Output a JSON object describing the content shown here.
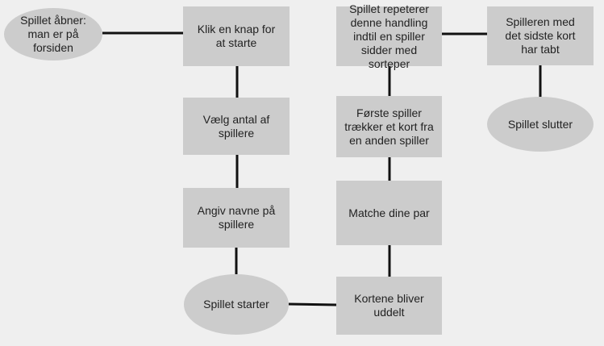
{
  "nodes": [
    {
      "id": "start",
      "shape": "oval",
      "text": "Spillet åbner:\nman er på\nforsiden"
    },
    {
      "id": "click",
      "shape": "rect",
      "text": "Klik en knap for\nat starte"
    },
    {
      "id": "players",
      "shape": "rect",
      "text": "Vælg antal af\nspillere"
    },
    {
      "id": "names",
      "shape": "rect",
      "text": "Angiv navne på\nspillere"
    },
    {
      "id": "game-starts",
      "shape": "oval",
      "text": "Spillet starter"
    },
    {
      "id": "deal",
      "shape": "rect",
      "text": "Kortene bliver\nuddelt"
    },
    {
      "id": "match",
      "shape": "rect",
      "text": "Matche dine par"
    },
    {
      "id": "draw",
      "shape": "rect",
      "text": "Første spiller\ntrækker et kort fra\nen anden spiller"
    },
    {
      "id": "repeat",
      "shape": "rect",
      "text": "Spillet repeterer\ndenne handling\nindtil en spiller\nsidder med sorteper"
    },
    {
      "id": "loser",
      "shape": "rect",
      "text": "Spilleren med\ndet sidste kort\nhar tabt"
    },
    {
      "id": "end",
      "shape": "oval",
      "text": "Spillet slutter"
    }
  ],
  "edges": [
    [
      "start",
      "click"
    ],
    [
      "click",
      "players"
    ],
    [
      "players",
      "names"
    ],
    [
      "names",
      "game-starts"
    ],
    [
      "game-starts",
      "deal"
    ],
    [
      "deal",
      "match"
    ],
    [
      "match",
      "draw"
    ],
    [
      "draw",
      "repeat"
    ],
    [
      "repeat",
      "loser"
    ],
    [
      "loser",
      "end"
    ]
  ],
  "colors": {
    "background": "#efefef",
    "node": "#cccccc",
    "edge": "#111111",
    "text": "#222222"
  }
}
